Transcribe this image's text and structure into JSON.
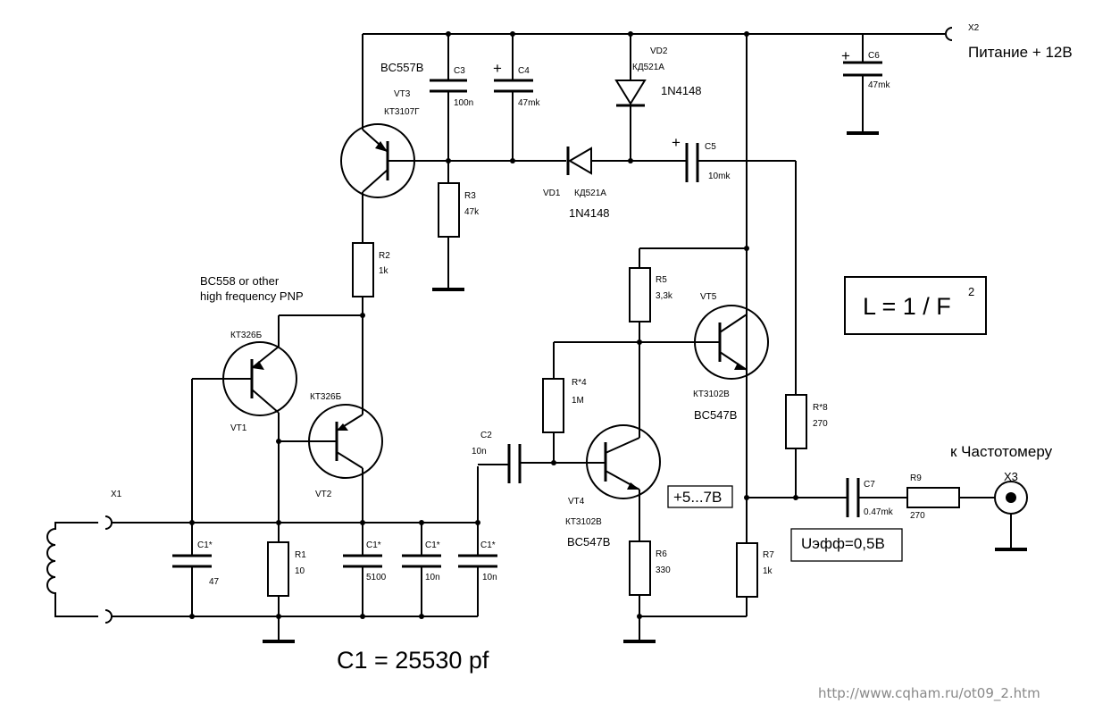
{
  "power": {
    "connector": "X2",
    "label": "Питание + 12В"
  },
  "VT3": {
    "type": "BC557B",
    "name": "VT3",
    "part": "КТ3107Г"
  },
  "C3": {
    "name": "C3",
    "value": "100n"
  },
  "C4": {
    "name": "C4",
    "value": "47mk"
  },
  "C5": {
    "name": "C5",
    "value": "10mk"
  },
  "C6": {
    "name": "C6",
    "value": "47mk"
  },
  "C7": {
    "name": "C7",
    "value": "0.47mk"
  },
  "C2": {
    "name": "C2",
    "value": "10n"
  },
  "VD1": {
    "name": "VD1",
    "part": "КД521А",
    "alt": "1N4148"
  },
  "VD2": {
    "name": "VD2",
    "part": "КД521А",
    "alt": "1N4148"
  },
  "R1": {
    "name": "R1",
    "value": "10"
  },
  "R2": {
    "name": "R2",
    "value": "1k"
  },
  "R3": {
    "name": "R3",
    "value": "47k"
  },
  "R4": {
    "name": "R*4",
    "value": "1M"
  },
  "R5": {
    "name": "R5",
    "value": "3,3k"
  },
  "R6": {
    "name": "R6",
    "value": "330"
  },
  "R7": {
    "name": "R7",
    "value": "1k"
  },
  "R8": {
    "name": "R*8",
    "value": "270"
  },
  "R9": {
    "name": "R9",
    "value": "270"
  },
  "VT1": {
    "name": "VT1",
    "part": "КТ326Б"
  },
  "VT2": {
    "name": "VT2",
    "part": "КТ326Б"
  },
  "VT4": {
    "name": "VT4",
    "part": "КТ3102В",
    "alt": "BC547B"
  },
  "VT5": {
    "name": "VT5",
    "part": "КТ3102В",
    "alt": "BC547B"
  },
  "pnp_note": {
    "line1": "BC558 or other",
    "line2": "high frequency PNP"
  },
  "C1_parts": [
    {
      "name": "C1*",
      "value": "47"
    },
    {
      "name": "C1*",
      "value": "5100"
    },
    {
      "name": "C1*",
      "value": "10n"
    },
    {
      "name": "C1*",
      "value": "10n"
    }
  ],
  "X1": {
    "name": "X1"
  },
  "X3": {
    "name": "X3"
  },
  "freq_meter": "к Частотомеру",
  "formula": {
    "text": "L = 1 / F",
    "exp": "2"
  },
  "voltage_box": "+5...7В",
  "ueff_box": "Uэфф=0,5В",
  "c1_total": "C1 = 25530 pf",
  "url": "http://www.cqham.ru/ot09_2.htm"
}
